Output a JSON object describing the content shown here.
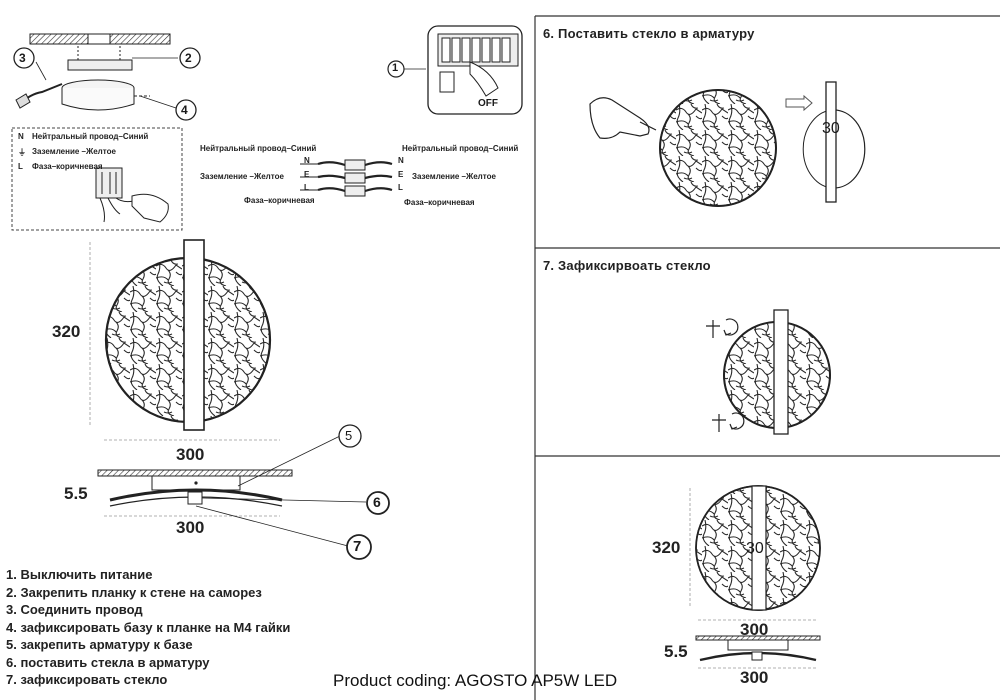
{
  "callouts": {
    "c1": "1",
    "c2": "2",
    "c3": "3",
    "c4": "4",
    "c5": "5",
    "c6": "6",
    "c7": "7"
  },
  "switch_label": "OFF",
  "wiring_legend": {
    "n_symbol": "N",
    "n_text": "Нейтральный провод–Синий",
    "e_text": "Заземление –Желтое",
    "l_symbol": "L",
    "l_text": "Фаза–коричневая"
  },
  "terminal_diagram": {
    "left_neutral": "Нейтральный провод–Синий",
    "left_earth": "Заземление –Желтое",
    "left_phase": "Фаза–коричневая",
    "right_neutral": "Нейтральный провод–Синий",
    "right_earth": "Заземление –Желтое",
    "right_phase": "Фаза–коричневая",
    "n_letter": "N",
    "e_letter": "E",
    "l_letter": "L"
  },
  "dimensions": {
    "height_main": "320",
    "width_main": "300",
    "depth_main": "5.5",
    "width_side": "300",
    "panel6_depth": "30",
    "panel8_height": "320",
    "panel8_depth": "30",
    "panel8_width": "300",
    "panel8_side_depth": "5.5",
    "panel8_side_width": "300"
  },
  "panels": {
    "p6_title": "6. Поставить стекло в арматуру",
    "p7_title": "7. Зафиксирвоать стекло"
  },
  "steps": [
    "1. Выключить питание",
    "2. Закрепить планку к стене на саморез",
    "3. Соединить провод",
    "4. зафиксировать базу к планке на M4 гайки",
    "5. закрепить арматуру к базе",
    "6. поставить стекла в арматуру",
    "7. зафиксировать стекло"
  ],
  "product_coding": "Product coding: AGOSTO AP5W LED",
  "colors": {
    "line": "#222222",
    "panel_border": "#333333",
    "background": "#ffffff"
  }
}
